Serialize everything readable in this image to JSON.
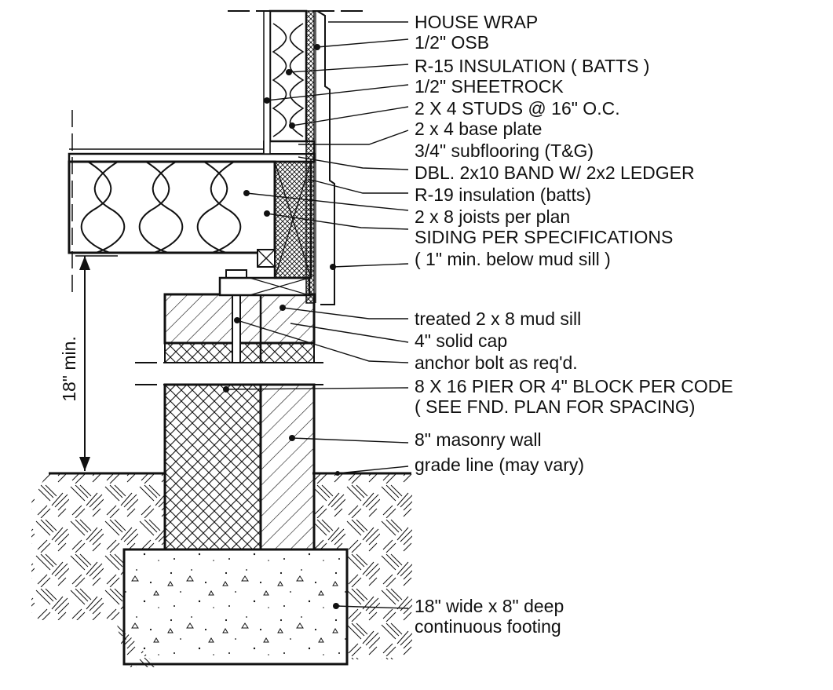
{
  "callouts": [
    {
      "id": "house-wrap",
      "text": "HOUSE WRAP"
    },
    {
      "id": "osb",
      "text": "1/2\" OSB"
    },
    {
      "id": "r15-insulation",
      "text": "R-15 INSULATION ( BATTS )"
    },
    {
      "id": "sheetrock",
      "text": "1/2\" SHEETROCK"
    },
    {
      "id": "studs",
      "text": "2 X 4 STUDS @ 16\" O.C."
    },
    {
      "id": "base-plate",
      "text": "2 x 4 base plate"
    },
    {
      "id": "subflooring",
      "text": "3/4\" subflooring (T&G)"
    },
    {
      "id": "band-ledger",
      "text": "DBL. 2x10 BAND W/ 2x2 LEDGER"
    },
    {
      "id": "r19-insulation",
      "text": "R-19 insulation (batts)"
    },
    {
      "id": "joists",
      "text": "2 x 8 joists per plan"
    },
    {
      "id": "siding",
      "text": "SIDING PER SPECIFICATIONS"
    },
    {
      "id": "siding-note",
      "text": "( 1\" min. below mud sill )"
    },
    {
      "id": "mud-sill",
      "text": "treated 2 x 8 mud sill"
    },
    {
      "id": "solid-cap",
      "text": "4\" solid cap"
    },
    {
      "id": "anchor-bolt",
      "text": "anchor bolt as req'd."
    },
    {
      "id": "pier-block",
      "text": "8 X 16 PIER OR 4\" BLOCK PER CODE"
    },
    {
      "id": "pier-note",
      "text": "( SEE FND. PLAN FOR SPACING)"
    },
    {
      "id": "masonry-wall",
      "text": "8\" masonry wall"
    },
    {
      "id": "grade-line",
      "text": "grade line (may vary)"
    },
    {
      "id": "footing",
      "text": "18\" wide x 8\" deep"
    },
    {
      "id": "footing-note",
      "text": "continuous footing"
    }
  ],
  "dimension": {
    "text": "18\" min."
  },
  "colors": {
    "ink": "#111111",
    "paper": "#ffffff"
  }
}
